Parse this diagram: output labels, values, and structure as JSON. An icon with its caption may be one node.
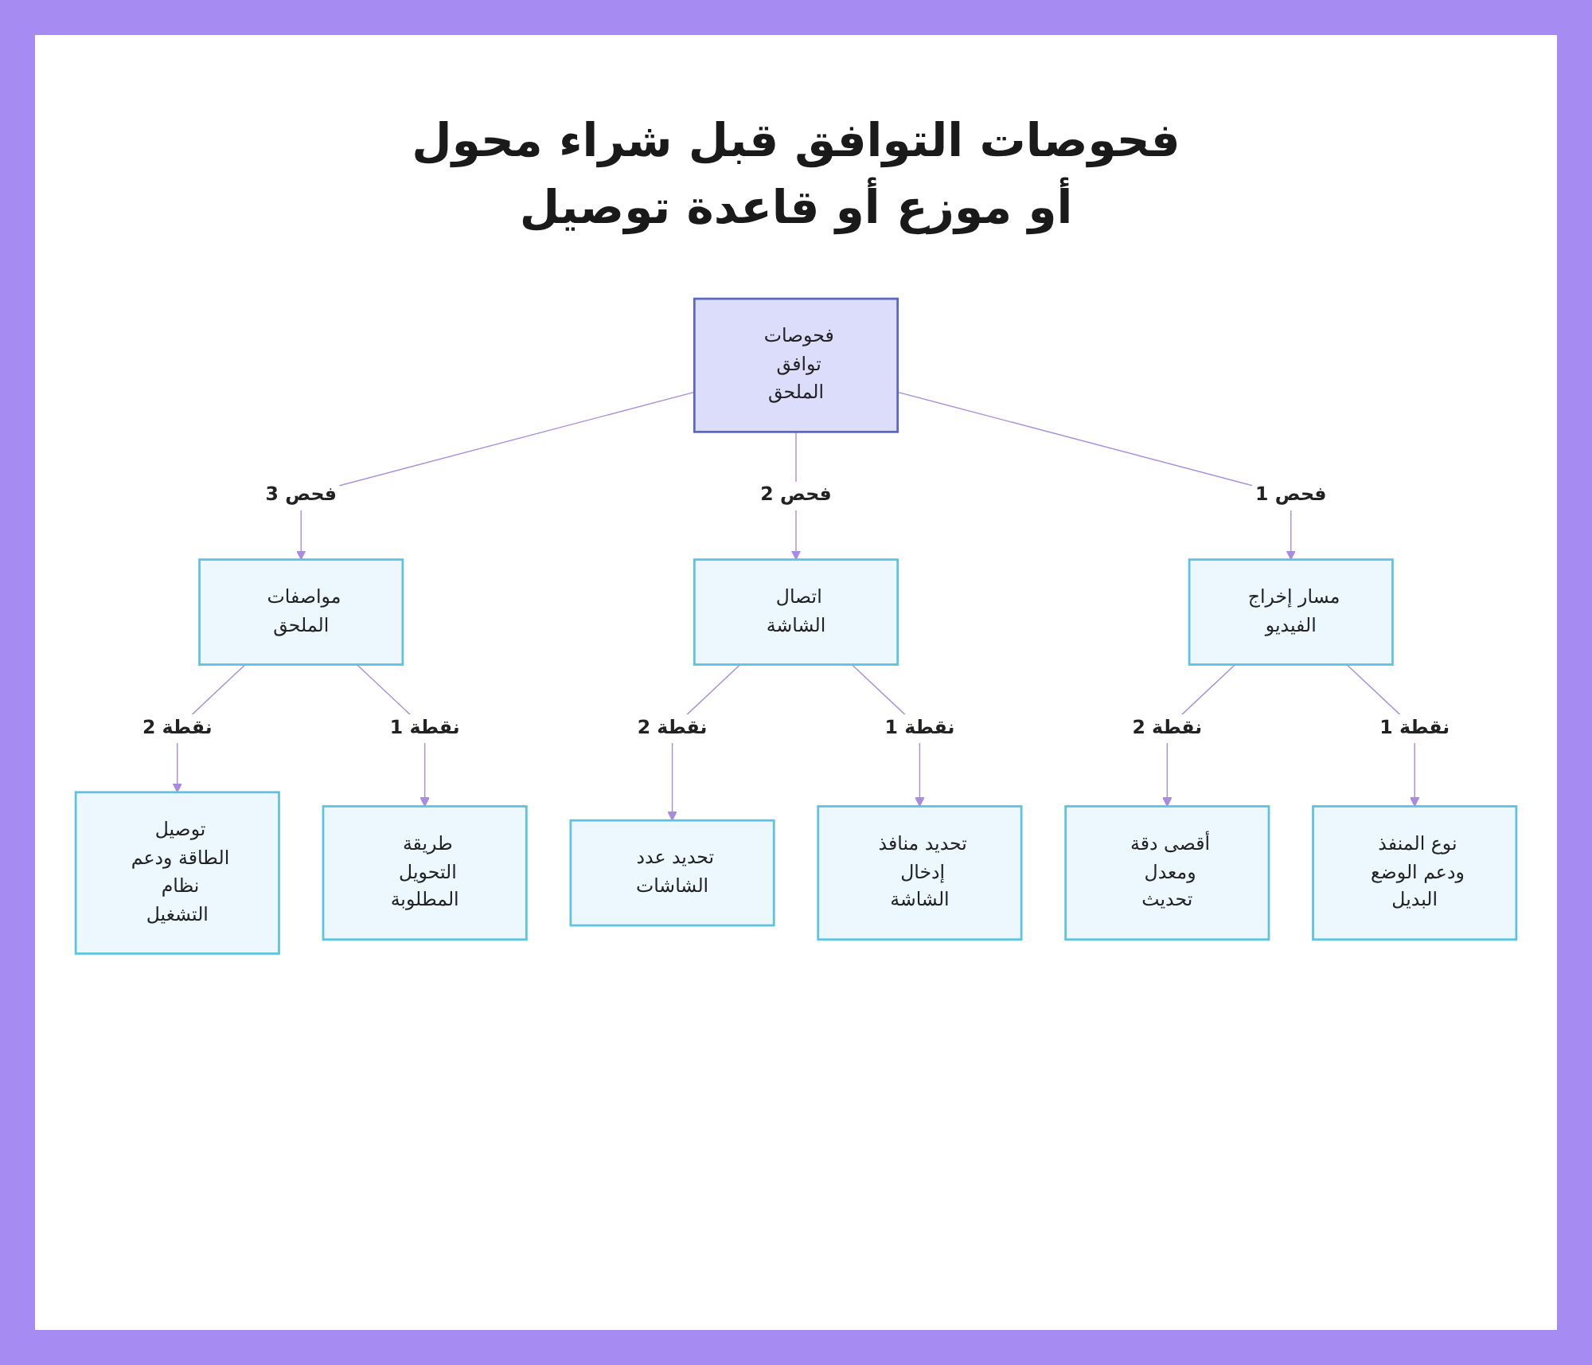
{
  "diagram": {
    "title": "فحوصات التوافق قبل شراء محول أو موزع أو قاعدة توصيل",
    "nodes": [
      {
        "text": [
          "فحوصات توافق الملحق"
        ]
      },
      {
        "text": [
          "مسار إخراج الفيديو"
        ]
      },
      {
        "text": [
          "اتصال الشاشة"
        ]
      },
      {
        "text": [
          "مواصفات الملحق"
        ]
      },
      {
        "text": [
          "نوع المنفذ ودعم الوضع البديل"
        ]
      },
      {
        "text": [
          "أقصى دقة ومعدل تحديث"
        ]
      },
      {
        "text": [
          "تحديد منافذ إدخال الشاشة"
        ]
      },
      {
        "text": [
          "تحديد عدد الشاشات"
        ]
      },
      {
        "text": [
          "طريقة التحويل المطلوبة"
        ]
      },
      {
        "text": [
          "توصيل الطاقة ودعم نظام التشغيل"
        ]
      }
    ],
    "edges": [
      {
        "from": 0,
        "to": 3,
        "arrow": "to",
        "label": "فحص 3"
      },
      {
        "from": 0,
        "to": 2,
        "arrow": "to",
        "label": "فحص 2"
      },
      {
        "from": 0,
        "to": 1,
        "arrow": "to",
        "label": "فحص 1"
      },
      {
        "from": 3,
        "to": 9,
        "arrow": "to",
        "label": "نقطة 2"
      },
      {
        "from": 3,
        "to": 8,
        "arrow": "to",
        "label": "نقطة 1"
      },
      {
        "from": 2,
        "to": 7,
        "arrow": "to",
        "label": "نقطة 2"
      },
      {
        "from": 2,
        "to": 6,
        "arrow": "to",
        "label": "نقطة 1"
      },
      {
        "from": 1,
        "to": 5,
        "arrow": "to",
        "label": "نقطة 2"
      },
      {
        "from": 1,
        "to": 4,
        "arrow": "to",
        "label": "نقطة 1"
      }
    ]
  }
}
